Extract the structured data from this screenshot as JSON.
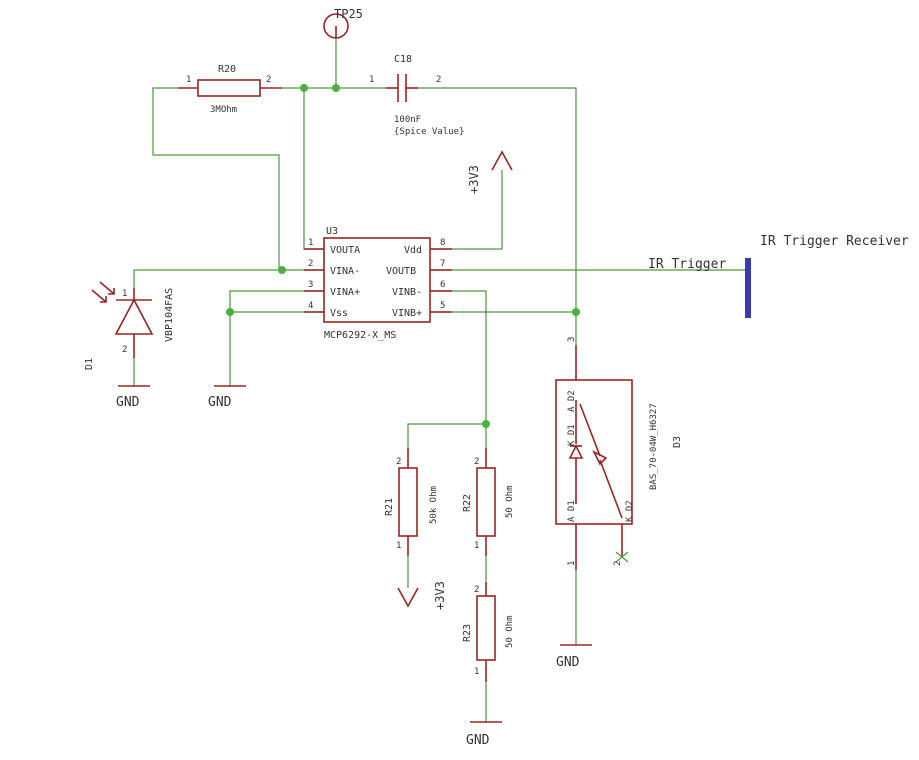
{
  "tp25": {
    "name": "TP25"
  },
  "r20": {
    "name": "R20",
    "value": "3MOhm",
    "pin1": "1",
    "pin2": "2"
  },
  "c18": {
    "name": "C18",
    "value": "100nF",
    "spice": "{Spice Value}",
    "pin1": "1",
    "pin2": "2"
  },
  "vdd_top": {
    "label": "+3V3"
  },
  "u3": {
    "name": "U3",
    "part": "MCP6292-X_MS",
    "pins_left": [
      {
        "num": "1",
        "name": "VOUTA"
      },
      {
        "num": "2",
        "name": "VINA-"
      },
      {
        "num": "3",
        "name": "VINA+"
      },
      {
        "num": "4",
        "name": "Vss"
      }
    ],
    "pins_right": [
      {
        "num": "8",
        "name": "Vdd"
      },
      {
        "num": "7",
        "name": "VOUTB"
      },
      {
        "num": "6",
        "name": "VINB-"
      },
      {
        "num": "5",
        "name": "VINB+"
      }
    ]
  },
  "d1": {
    "name": "D1",
    "part": "VBP104FAS",
    "pin1": "1",
    "pin2": "2"
  },
  "gnd_labels": {
    "d1": "GND",
    "u3": "GND",
    "d3": "GND",
    "r23": "GND"
  },
  "net": {
    "ir_trigger": "IR Trigger"
  },
  "receiver": {
    "label": "IR Trigger Receiver"
  },
  "r21": {
    "name": "R21",
    "value": "50k Ohm",
    "pin1": "1",
    "pin2": "2"
  },
  "r22": {
    "name": "R22",
    "value": "50 Ohm",
    "pin1": "1",
    "pin2": "2"
  },
  "r23": {
    "name": "R23",
    "value": "50 Ohm",
    "pin1": "1",
    "pin2": "2"
  },
  "vdd_bottom": {
    "label": "+3V3"
  },
  "d3": {
    "name": "D3",
    "part": "BAS_70-04W_H6327",
    "pin_a_d2": "A D2",
    "pin_k_d1": "K D1",
    "pin_a_d1": "A D1",
    "pin_k_d2": "K D2",
    "pin3": "3",
    "pin1": "1",
    "pin2": "2"
  }
}
